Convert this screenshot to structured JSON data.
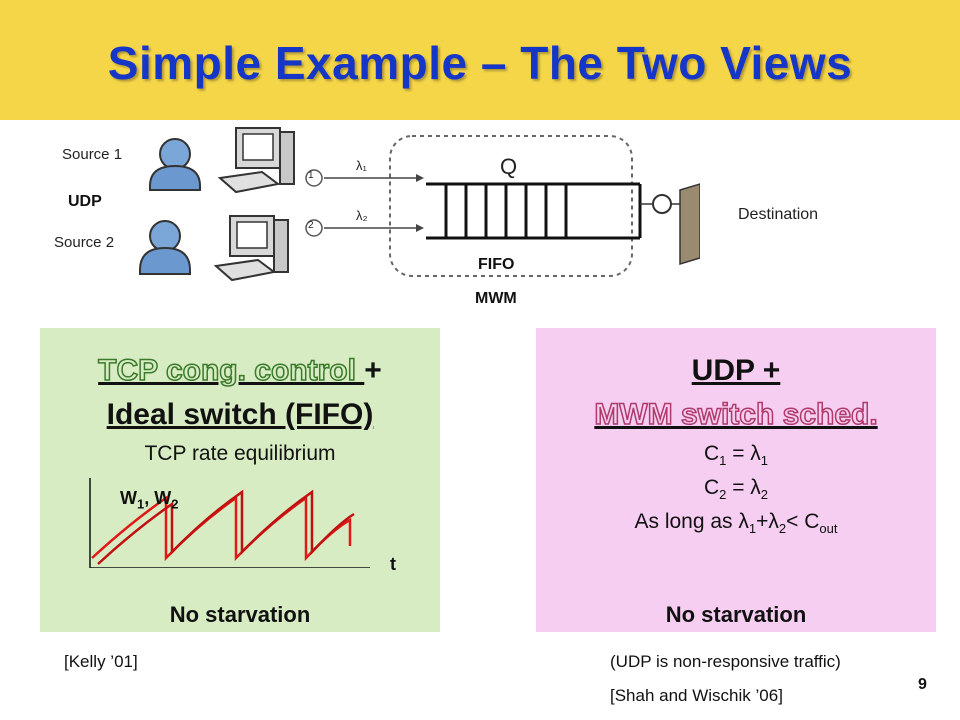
{
  "slide": {
    "title": "Simple Example – The Two Views",
    "page_number": "9"
  },
  "diagram": {
    "source1_label": "Source 1",
    "source2_label": "Source 2",
    "protocol_tag": "UDP",
    "rate1_label": "λ₁",
    "rate2_label": "λ₂",
    "flow1_number": "1",
    "flow2_number": "2",
    "queue_label": "Q",
    "destination_label": "Destination",
    "fifo_label": "FIFO",
    "mwm_label": "MWM"
  },
  "left_panel": {
    "heading_part1": "TCP cong. control ",
    "heading_plus": "+",
    "heading_line2": "Ideal switch (FIFO)",
    "subtitle": "TCP rate equilibrium",
    "plot_w1": "W",
    "plot_w1_sub": "1",
    "plot_sep": ", W",
    "plot_w2_sub": "2",
    "plot_t": "t",
    "conclusion": "No starvation"
  },
  "right_panel": {
    "heading_line1": "UDP +",
    "heading_line2": "MWM switch sched.",
    "eq1_c": "C",
    "eq1_csub": "1",
    "eq1_rest": " = λ",
    "eq1_lsub": "1",
    "eq2_c": "C",
    "eq2_csub": "2",
    "eq2_rest": " = λ",
    "eq2_lsub": "2",
    "cond_a": "As long as λ",
    "cond_a_sub": "1",
    "cond_b": "+λ",
    "cond_b_sub": "2",
    "cond_c": "< C",
    "cond_c_sub": "out",
    "conclusion": "No starvation"
  },
  "footer": {
    "left_ref": "[Kelly ’01]",
    "right_note": "(UDP is non-responsive traffic)",
    "right_ref": "[Shah and Wischik ’06]"
  },
  "colors": {
    "banner": "#f5d648",
    "title": "#1636c8",
    "left_panel": "#d8ecc4",
    "right_panel": "#f6cef2",
    "curve": "#e01818"
  }
}
